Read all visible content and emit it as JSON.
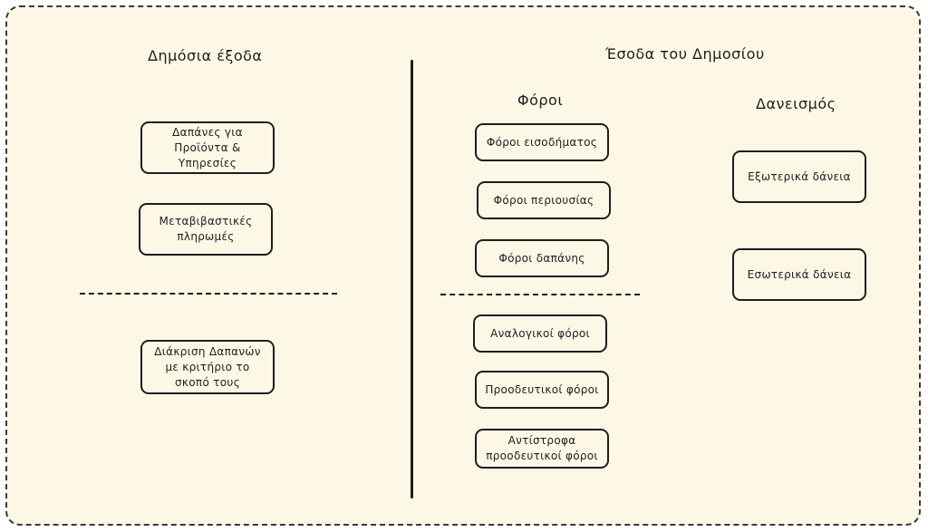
{
  "headings": {
    "public_spending": "Δημόσια έξοδα",
    "public_revenue": "Έσοδα του Δημοσίου",
    "taxes": "Φόροι",
    "borrowing": "Δανεισμός"
  },
  "spending_nodes": {
    "goods_services": "Δαπάνες για Προϊόντα & Υπηρεσίες",
    "transfer_payments": "Μεταβιβαστικές πληρωμές",
    "by_purpose": "Διάκριση Δαπανών με κριτήριο το σκοπό τους"
  },
  "tax_nodes": {
    "income": "Φόροι εισοδήματος",
    "property": "Φόροι περιουσίας",
    "expenditure": "Φόροι δαπάνης",
    "proportional": "Αναλογικοί φόροι",
    "progressive": "Προοδευτικοί φόροι",
    "regressive": "Αντίστροφα προοδευτικοί φόροι"
  },
  "loan_nodes": {
    "external": "Εξωτερικά δάνεια",
    "internal": "Εσωτερικά δάνεια"
  }
}
